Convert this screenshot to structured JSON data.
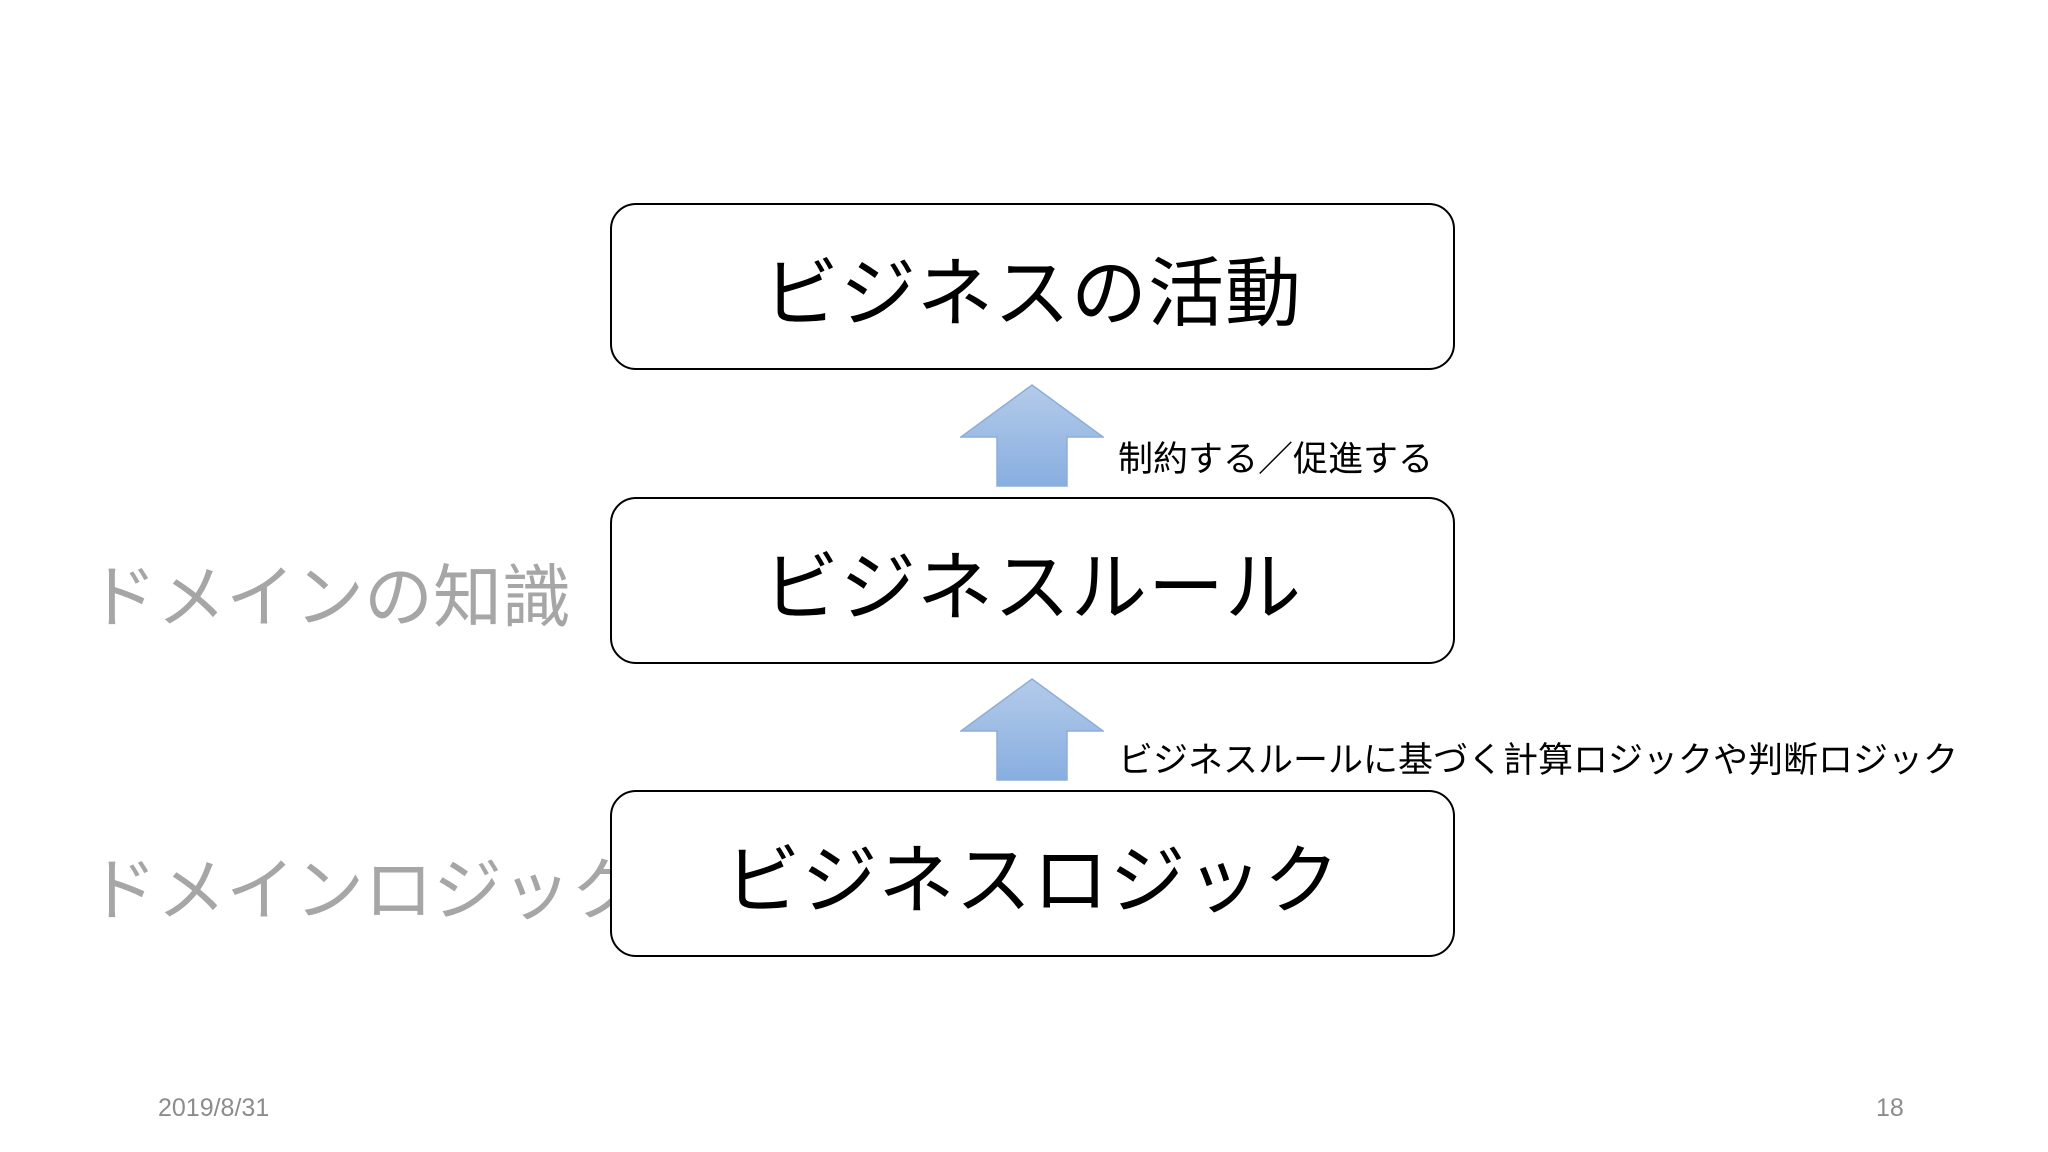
{
  "boxes": {
    "top": "ビジネスの活動",
    "middle": "ビジネスルール",
    "bottom": "ビジネスロジック"
  },
  "arrows": {
    "upper_label": "制約する／促進する",
    "lower_label": "ビジネスルールに基づく計算ロジックや判断ロジック"
  },
  "side_labels": {
    "domain_knowledge": "ドメインの知識",
    "domain_logic": "ドメインロジック"
  },
  "footer": {
    "date": "2019/8/31",
    "page_number": "18"
  },
  "colors": {
    "arrow_fill_top": "#b4cbea",
    "arrow_fill_bottom": "#88aee0",
    "arrow_stroke": "#8eaed8",
    "side_label": "#a6a6a6",
    "footer_text": "#8c8c8c"
  }
}
